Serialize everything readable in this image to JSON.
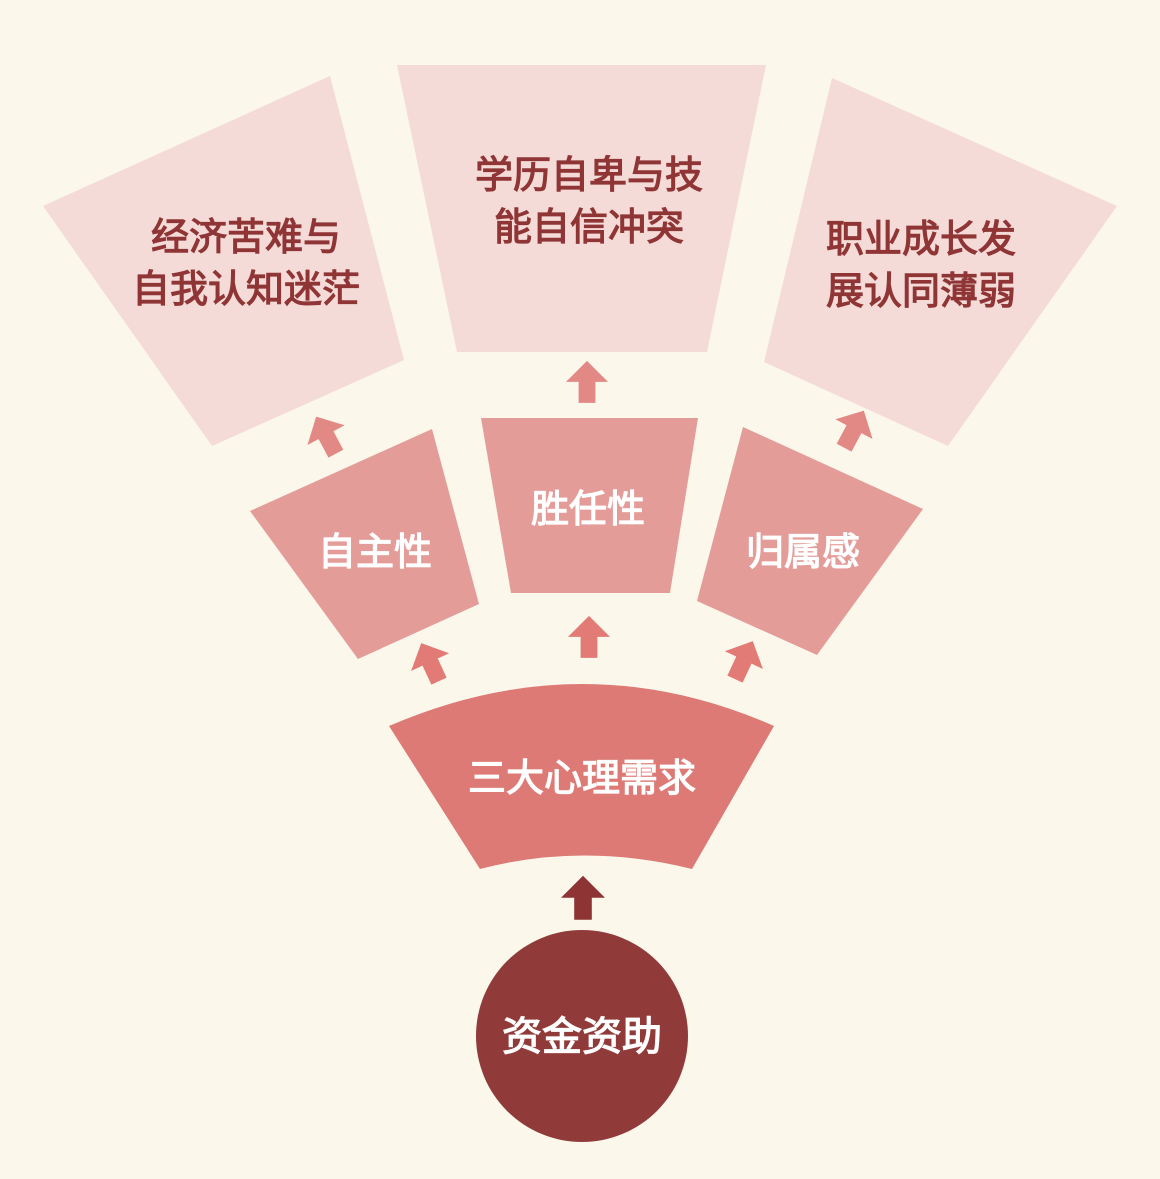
{
  "colors": {
    "background": "#fbf7ea",
    "outer_fill": "#f4dbd8",
    "outer_text": "#8f3535",
    "middle_fill": "#e49c99",
    "core_fill": "#dd7a75",
    "arrow_light": "#e38985",
    "arrow_mid": "#e27a76",
    "arrow_dark": "#8e3434",
    "root_fill": "#903b39",
    "light_text": "#ffffff"
  },
  "outer_blocks": [
    {
      "line1": "经济苦难与",
      "line2": "自我认知迷茫"
    },
    {
      "line1": "学历自卑与技",
      "line2": "能自信冲突"
    },
    {
      "line1": "职业成长发",
      "line2": "展认同薄弱"
    }
  ],
  "middle_blocks": [
    {
      "label": "自主性"
    },
    {
      "label": "胜任性"
    },
    {
      "label": "归属感"
    }
  ],
  "core": {
    "label": "三大心理需求"
  },
  "root": {
    "label": "资金资助"
  },
  "icons": {
    "arrow": "up-arrow-icon"
  }
}
